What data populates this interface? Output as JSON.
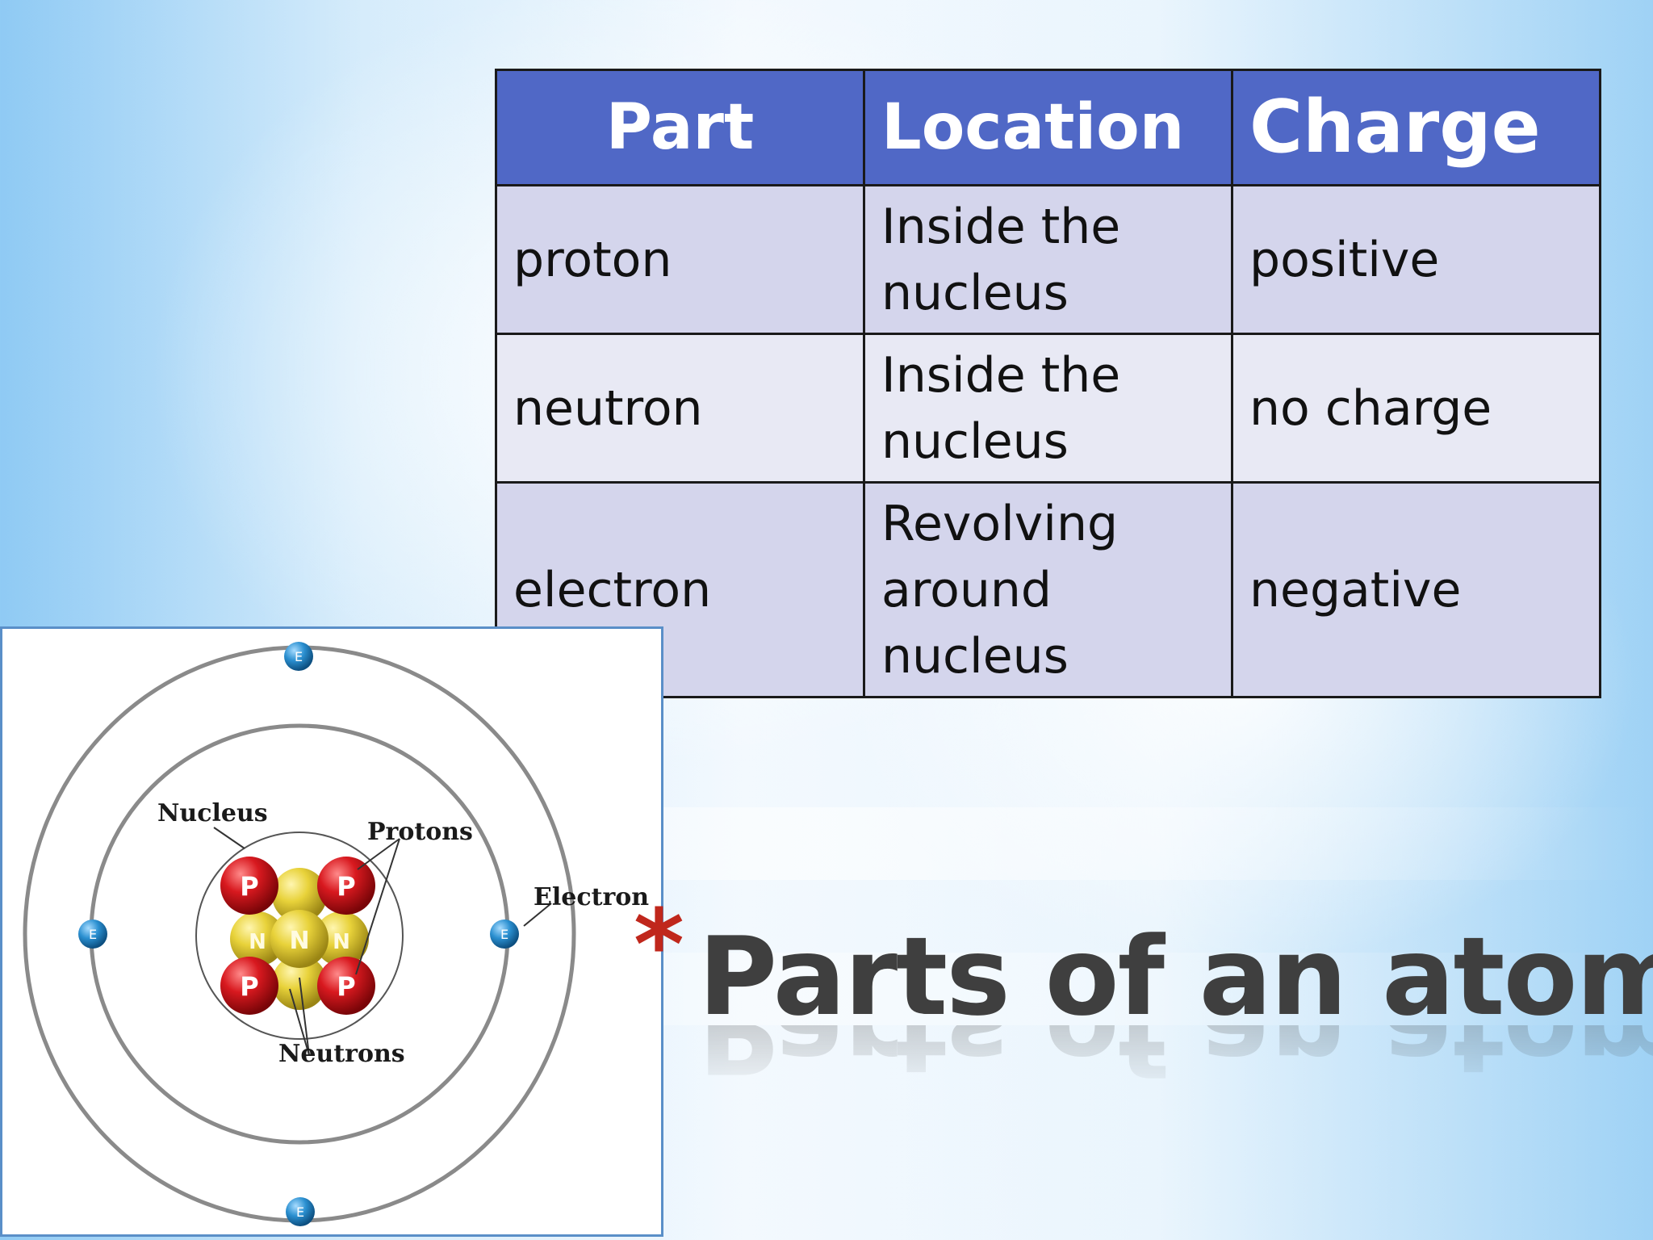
{
  "table": {
    "headers": [
      "Part",
      "Location",
      "Charge"
    ],
    "rows": [
      {
        "part": "proton",
        "location": [
          "Inside the",
          "nucleus"
        ],
        "charge": "positive"
      },
      {
        "part": "neutron",
        "location": [
          "Inside the",
          "nucleus"
        ],
        "charge": "no charge"
      },
      {
        "part": "electron",
        "location": [
          "Revolving",
          "around",
          "nucleus"
        ],
        "charge": "negative"
      }
    ],
    "colors": {
      "header_bg": "#5068c6",
      "row_odd_bg": "#d4d5ec",
      "row_even_bg": "#e8e9f4"
    }
  },
  "diagram": {
    "labels": {
      "nucleus": "Nucleus",
      "protons": "Protons",
      "electron": "Electron",
      "neutrons": "Neutrons"
    },
    "proton_symbol": "P",
    "neutron_symbol": "N",
    "electron_symbol": "E",
    "colors": {
      "proton": "#d8191f",
      "neutron": "#e8d23a",
      "electron": "#2a8fd0"
    }
  },
  "title": {
    "bullet": "*",
    "text": "Parts of an atom",
    "bullet_color": "#c0271c"
  }
}
